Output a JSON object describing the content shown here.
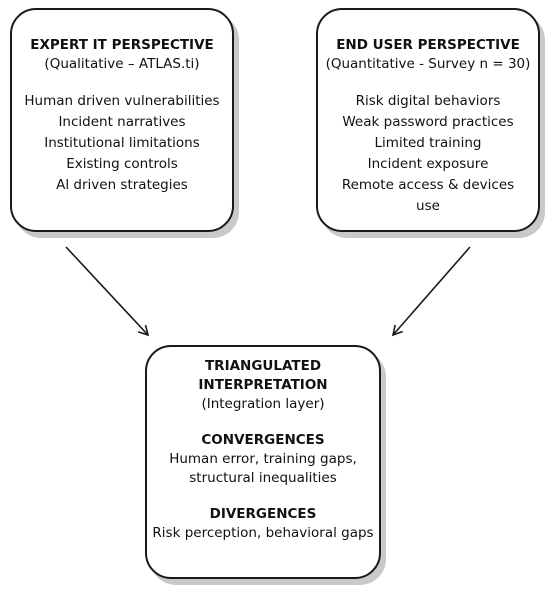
{
  "expert": {
    "title": "EXPERT IT PERSPECTIVE",
    "subtitle": "(Qualitative – ATLAS.ti)",
    "items": [
      "Human driven vulnerabilities",
      "Incident narratives",
      "Institutional limitations",
      "Existing controls",
      "Al driven strategies"
    ]
  },
  "user": {
    "title": "END USER PERSPECTIVE",
    "subtitle": "(Quantitative - Survey n = 30)",
    "items": [
      "Risk digital behaviors",
      "Weak password practices",
      "Limited training",
      "Incident exposure",
      "Remote access & devices",
      "use"
    ]
  },
  "triangulated": {
    "title_line1": "TRIANGULATED",
    "title_line2": "INTERPRETATION",
    "subtitle": "(Integration layer)",
    "convergences_heading": "CONVERGENCES",
    "convergences_line1": "Human error, training gaps,",
    "convergences_line2": "structural inequalities",
    "divergences_heading": "DIVERGENCES",
    "divergences_line1": "Risk perception, behavioral gaps"
  }
}
